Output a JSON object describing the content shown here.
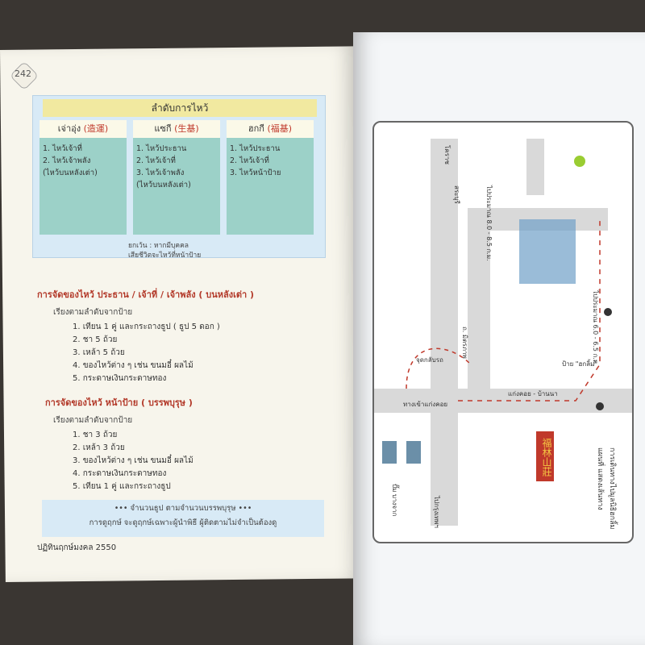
{
  "left": {
    "page_number": "242",
    "schedule_title": "ลำดับการไหว้",
    "columns": [
      {
        "name": "เจ่าอุ่ง",
        "chinese": "(造運)",
        "items": [
          "1. ไหว้เจ้าที่",
          "2. ไหว้เจ้าพลัง",
          "(ไหว้บนหลังเต่า)"
        ]
      },
      {
        "name": "แซกี",
        "chinese": "(生基)",
        "items": [
          "1. ไหว้ประธาน",
          "2. ไหว้เจ้าที่",
          "3. ไหว้เจ้าพลัง",
          "(ไหว้บนหลังเต่า)"
        ]
      },
      {
        "name": "ฮกกี",
        "chinese": "(福基)",
        "items": [
          "1. ไหว้ประธาน",
          "2. ไหว้เจ้าที่",
          "3. ไหว้หน้าป้าย"
        ]
      }
    ],
    "note_line1": "ยกเว้น : หากมีบุคคล",
    "note_line2": "เสียชีวิตจะไหว้ที่หน้าป้าย",
    "section1_title": "การจัดของไหว้ ประธาน / เจ้าที่ / เจ้าพลัง ( บนหลังเต่า )",
    "section1_sub": "เรียงตามลำดับจากป้าย",
    "section1_items": [
      "1. เทียน 1 คู่ และกระถางธูป ( ธูป 5 ดอก )",
      "2. ชา 5 ถ้วย",
      "3. เหล้า 5 ถ้วย",
      "4. ของไหว้ต่าง ๆ เช่น ขนมอี๋ ผลไม้",
      "5. กระดาษเงินกระดาษทอง"
    ],
    "section2_title": "การจัดของไหว้ หน้าป้าย ( บรรพบุรุษ )",
    "section2_sub": "เรียงตามลำดับจากป้าย",
    "section2_items": [
      "1. ชา 3 ถ้วย",
      "2. เหล้า 3 ถ้วย",
      "3. ของไหว้ต่าง ๆ เช่น ขนมอี๋ ผลไม้",
      "4. กระดาษเงินกระดาษทอง",
      "5. เทียน 1 คู่ และกระถางธูป"
    ],
    "footer_line1": "••• จำนวนธูป ตามจำนวนบรรพบุรุษ •••",
    "footer_line2": "การดูฤกษ์ จะดูฤกษ์เฉพาะผู้นำพิธี ผู้ติดตามไม่จำเป็นต้องดู",
    "bottom": "ปฏิทินฤกษ์มงคล 2550"
  },
  "map": {
    "sign_chinese": "福林山莊",
    "caption1": "แผนที่ แสดงเส้นทาง",
    "caption2": "การเดินทางไปมูลนิธิฮกลิ้ม",
    "road_a": "ถ. มิตรภาพ",
    "road_b": "แก่งคอย - บ้านนา",
    "road_c": "ไปประมาณ 8.0 - 8.5 ก.ม.",
    "road_d": "ไปประมาณ 6.0 - 6.5 ก.ม.",
    "to_korat": "โคราช",
    "to_saraburi": "สระบุรี",
    "to_bangkok": "ไปกรุงเทพฯ",
    "landmark1": "ทางเข้าแก่งคอย",
    "landmark2": "ปั๊ม บางจาก",
    "landmark3": "ป้าย \"ฮกลิ้ม\"",
    "landmark4": "จุดกลับรถ"
  }
}
